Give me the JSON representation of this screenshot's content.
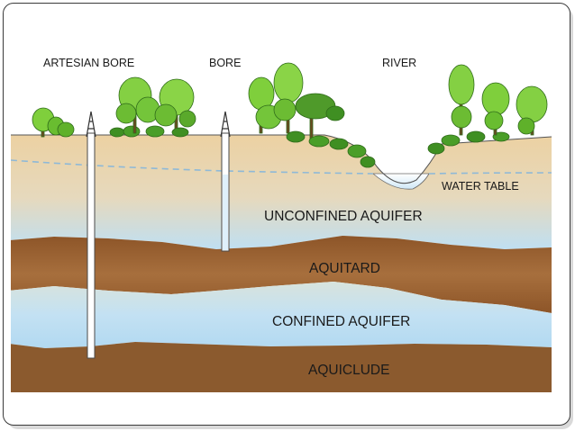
{
  "diagram": {
    "labels": {
      "artesian_bore": "ARTESIAN BORE",
      "bore": "BORE",
      "river": "RIVER",
      "water_table": "WATER TABLE",
      "unconfined_aquifer": "UNCONFINED AQUIFER",
      "aquitard": "AQUITARD",
      "confined_aquifer": "CONFINED AQUIFER",
      "aquiclude": "AQUICLUDE"
    },
    "colors": {
      "soil": "#ead3a7",
      "aquifer_blue": "#b9dcf0",
      "aquitard_brown": "#9b6535",
      "aquiclude_brown": "#8e5a2f",
      "tree_green": "#7ccb3a",
      "tree_dark": "#2f7d1f",
      "water": "#d6ecfa"
    }
  }
}
